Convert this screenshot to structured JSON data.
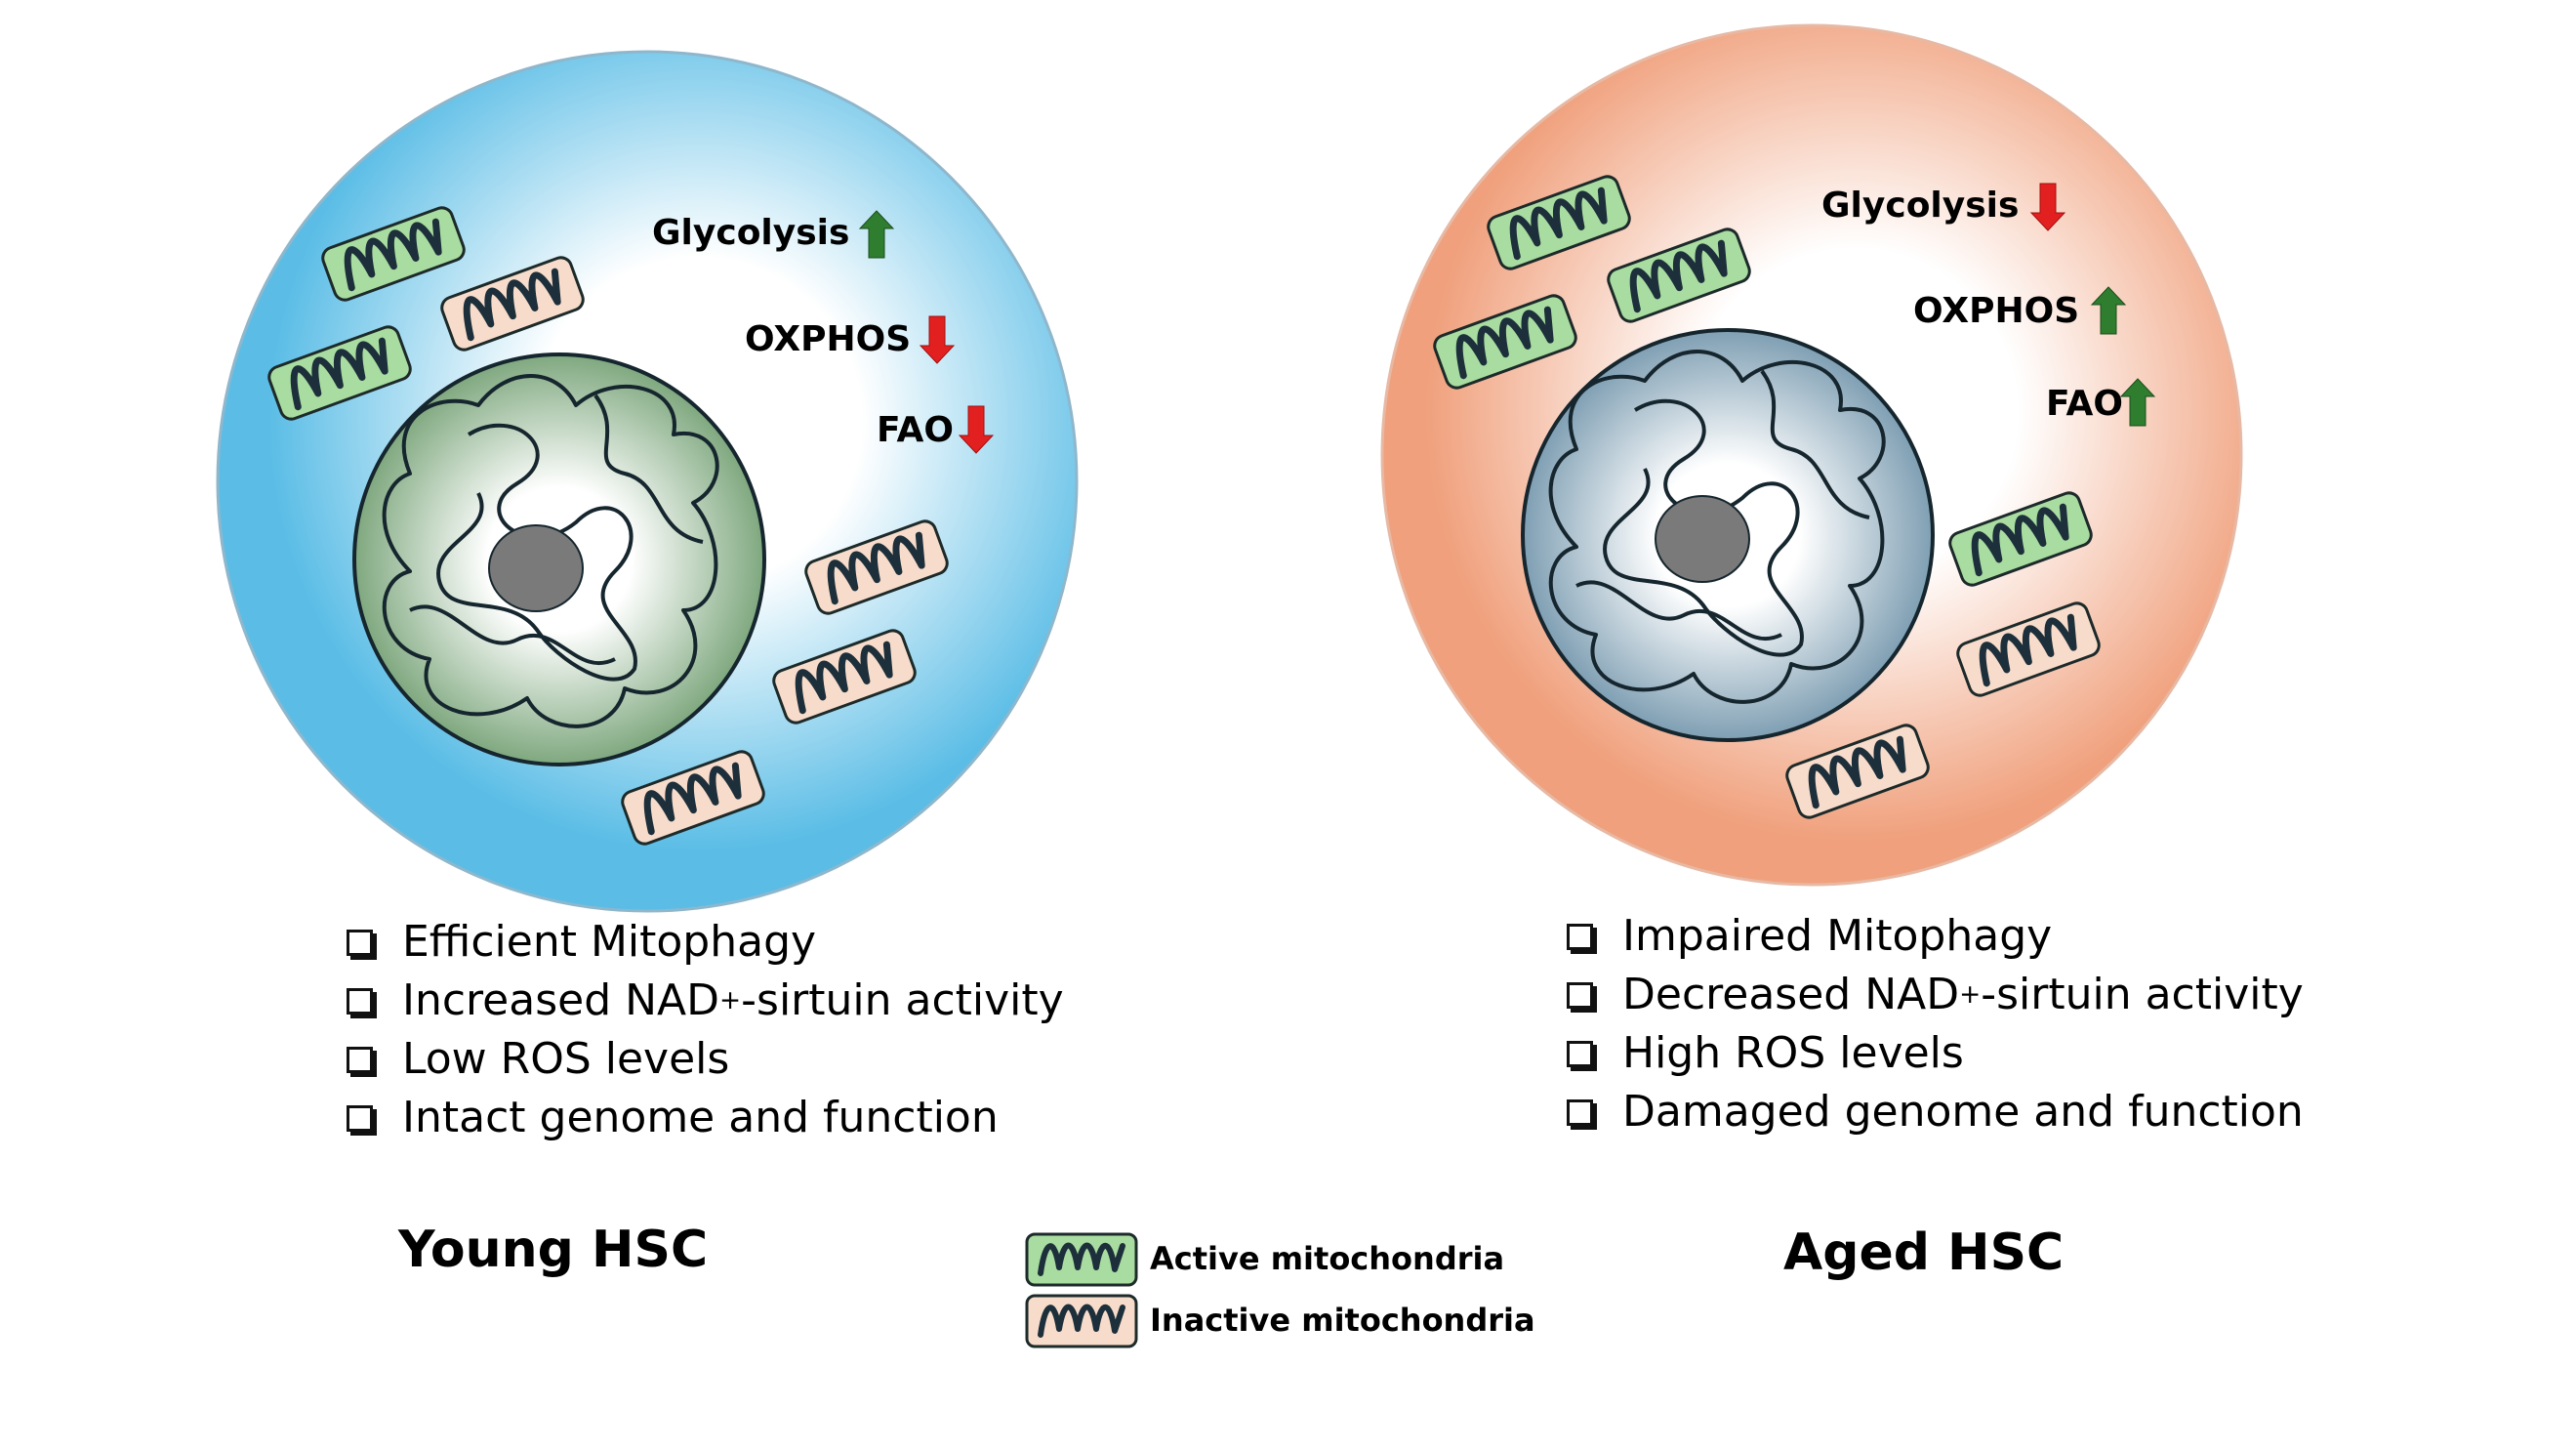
{
  "young": {
    "title": "Young HSC",
    "metabolism": [
      {
        "label": "Glycolysis",
        "direction": "up"
      },
      {
        "label": "OXPHOS",
        "direction": "down"
      },
      {
        "label": "FAO",
        "direction": "down"
      }
    ],
    "features": [
      {
        "pre": "Efficient Mitophagy",
        "sup": "",
        "post": ""
      },
      {
        "pre": "Increased NAD",
        "sup": "+",
        "post": "-sirtuin activity"
      },
      {
        "pre": "Low ROS levels",
        "sup": "",
        "post": ""
      },
      {
        "pre": "Intact genome and function",
        "sup": "",
        "post": ""
      }
    ]
  },
  "aged": {
    "title": "Aged HSC",
    "metabolism": [
      {
        "label": "Glycolysis",
        "direction": "down"
      },
      {
        "label": "OXPHOS",
        "direction": "up"
      },
      {
        "label": "FAO",
        "direction": "up"
      }
    ],
    "features": [
      {
        "pre": "Impaired Mitophagy",
        "sup": "",
        "post": ""
      },
      {
        "pre": "Decreased NAD",
        "sup": "+",
        "post": "-sirtuin activity"
      },
      {
        "pre": "High ROS levels",
        "sup": "",
        "post": ""
      },
      {
        "pre": "Damaged genome and function",
        "sup": "",
        "post": ""
      }
    ]
  },
  "legend": {
    "active": "Active mitochondria",
    "inactive": "Inactive mitochondria"
  },
  "colors": {
    "young_cytoplasm": "#5bbde6",
    "aged_cytoplasm": "#f0a07c",
    "young_nucleus": "#7fa87f",
    "aged_nucleus": "#7f9fb3",
    "nucleolus": "#7a7a7a",
    "active_mito": "#a8dca0",
    "inactive_mito": "#f8dccb",
    "arrow_up": "#2f7d2f",
    "arrow_down": "#e32020"
  }
}
